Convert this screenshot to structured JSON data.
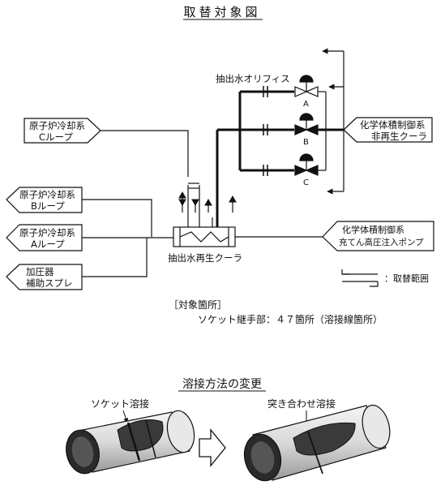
{
  "title": "取替対象図",
  "labels": {
    "c_loop": [
      "原子炉冷却系",
      "Cループ"
    ],
    "b_loop": [
      "原子炉冷却系",
      "Bループ"
    ],
    "a_loop": [
      "原子炉冷却系",
      "Aループ"
    ],
    "pressurizer": [
      "加圧器",
      "補助スプレ"
    ],
    "orifice": "抽出水オリフィス",
    "valve_a": "A",
    "valve_b": "B",
    "valve_c": "C",
    "nonregen_cooler": [
      "化学体積制御系",
      "非再生クーラ"
    ],
    "charging_pump": [
      "化学体積制御系",
      "充てん高圧注入ポンプ"
    ],
    "regen_cooler": "抽出水再生クーラ",
    "legend": "：取替範囲"
  },
  "target": {
    "heading": "［対象箇所］",
    "detail": "ソケット継手部：４７箇所（溶接線箇所）"
  },
  "welding": {
    "title": "溶接方法の変更",
    "before": "ソケット溶接",
    "after": "突き合わせ溶接"
  }
}
